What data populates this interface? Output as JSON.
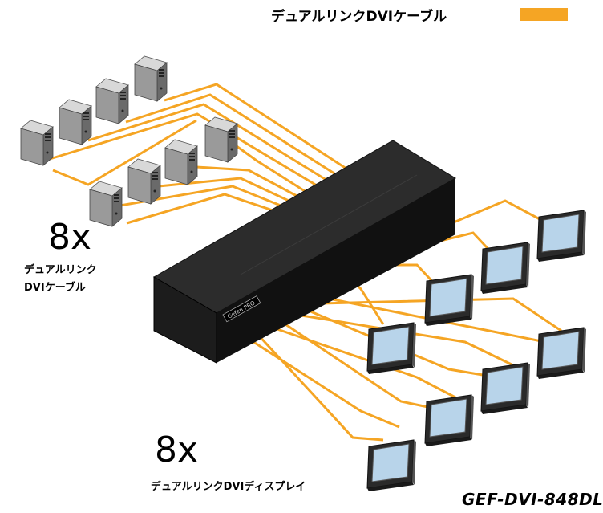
{
  "legend": {
    "label": "デュアルリンクDVIケーブル",
    "color": "#f5a524"
  },
  "sources": {
    "count": "8x",
    "caption_line1": "デュアルリンク",
    "caption_line2": "DVIケーブル"
  },
  "displays": {
    "count": "8x",
    "caption": "デュアルリンクDVIディスプレイ"
  },
  "device": {
    "logo": "Gefen PRO"
  },
  "model": "GEF-DVI-848DL",
  "colors": {
    "cable": "#f5a524",
    "switch_body": "#1a1a1a",
    "screen": "#b8d4ea"
  }
}
